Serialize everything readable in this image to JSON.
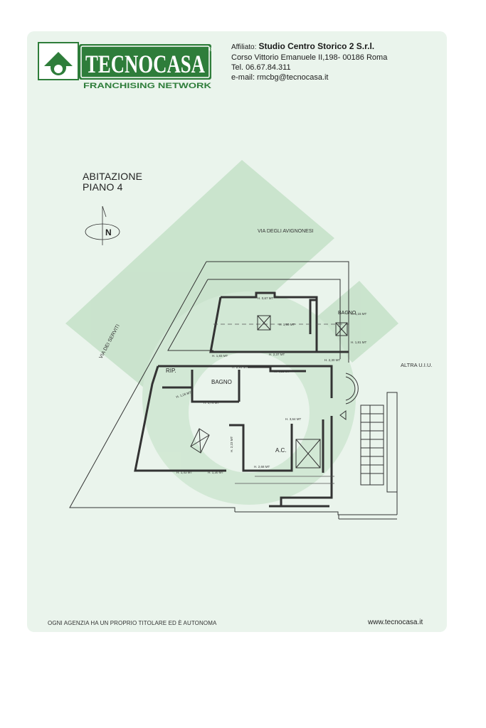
{
  "brand": {
    "name": "TECNOCASA",
    "registered_mark": "®",
    "tagline": "FRANCHISING NETWORK",
    "green": "#2e7d3a"
  },
  "affiliate": {
    "prefix": "Affiliato:",
    "agency": "Studio Centro Storico 2 S.r.l.",
    "address": "Corso Vittorio Emanuele II,198- 00186 Roma",
    "phone": "Tel. 06.67.84.311",
    "email": "e-mail: rmcbg@tecnocasa.it"
  },
  "plan": {
    "title_line1": "ABITAZIONE",
    "title_line2": "PIANO 4",
    "north_label": "N",
    "street_top": "VIA DEGLI AVIGNONESI",
    "street_left": "VIA DEI SERVITI",
    "neighbor": "ALTRA U.I.U.",
    "rooms": {
      "bagno_upper": "BAGNO",
      "bagno_lower": "BAGNO",
      "rip": "RIP.",
      "ac": "A.C."
    },
    "heights": {
      "h1": "H. 0,67 MT",
      "h2": "H. 1,15 MT",
      "h3": "H. 1,90 MT",
      "h4": "H. 1,81 MT",
      "h5": "H. 1,83 MT",
      "h6": "H. 2,37 MT",
      "h7": "H. 2,30 MT",
      "h8": "H. 2,26 MT",
      "h9": "H. 4,60 MT",
      "h10": "H. 1,26 MT",
      "h11": "H. 1,76 MT",
      "h12": "H. 3,64 MT",
      "h13": "H. 2,23 MT",
      "h14": "H. 2,68 MT",
      "h15": "H. 1,43 MT",
      "h16": "H. 1,30 MT"
    }
  },
  "footer": {
    "disclaimer": "OGNI AGENZIA HA UN PROPRIO TITOLARE ED È AUTONOMA",
    "website": "www.tecnocasa.it"
  }
}
